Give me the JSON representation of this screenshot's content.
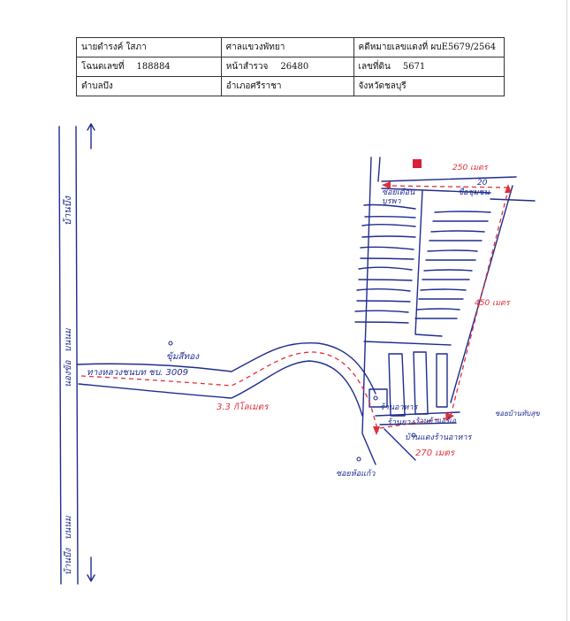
{
  "header": {
    "row1": {
      "defendant": "นายดำรงค์ ใสภา",
      "court": "ศาลแขวงพัทยา",
      "case_label": "คดีหมายเลขแดงที่",
      "case_no": "ผบE5679/2564"
    },
    "row2": {
      "title_label": "โฉนดเลขที่",
      "title_no": "188884",
      "survey_label": "หน้าสำรวจ",
      "survey_no": "26480",
      "land_label": "เลขที่ดิน",
      "land_no": "5671"
    },
    "row3": {
      "subdistrict": "ตำบลบึง",
      "district": "อำเภอศรีราชา",
      "province": "จังหวัดชลบุรี"
    }
  },
  "map": {
    "road_top": "บ้านบึง",
    "road_mid_a": "บนนม",
    "road_mid_b": "นองข้อ",
    "road_bottom_a": "บนนม",
    "road_bottom_b": "บ้านบึง",
    "branch_road": "ทางหลวงชนบท ชบ. 3009",
    "landmark_north": "ขุ้มสีทอง",
    "distance_branch": "3.3 กิโลเมตร",
    "soi_label_a": "ซอยเดือน",
    "soi_label_b": "บูรพา",
    "soi_label_c": "ชื่อชุมชน",
    "soi_number": "20",
    "label_right": "ซอยบ้านทับสุข",
    "distance_top": "250 เมตร",
    "distance_right": "450 เมตร",
    "office_label": "ร้านอาหาร",
    "lower_label": "ร้านยาง",
    "lower_label2": "ร้านค้าแอร์เอ",
    "lower_label3": "บ้านแดงร้านอาหาร",
    "distance_bottom": "270 เมตร",
    "landmark_south": "ซอยห้อแก้ว",
    "colors": {
      "ink": "#1f2d8f",
      "route": "#e0303a",
      "target": "#d8203a"
    }
  }
}
